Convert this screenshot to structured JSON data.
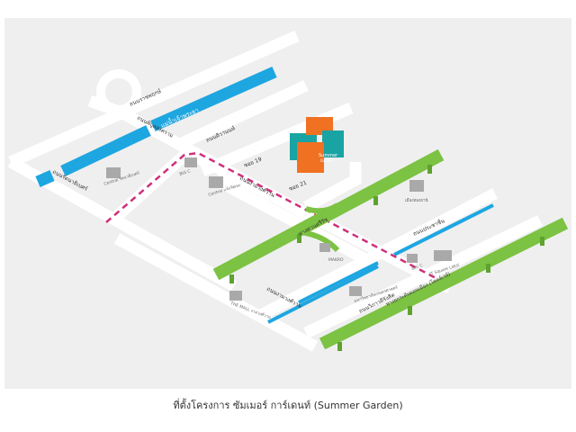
{
  "caption": "ที่ตั้งโครงการ ซัมเมอร์ การ์เดนท์ (Summer Garden)",
  "colors": {
    "background": "#efefef",
    "road": "#ffffff",
    "river": "#1ea6e0",
    "expressway": "#7cc243",
    "route": "#d0307a",
    "building": "#a9a9a9",
    "project_orange": "#f07122",
    "project_teal": "#1aa3a3"
  },
  "roads": {
    "r1": "ถนนราชพฤกษ์",
    "r2": "ถนนพิบูลสงคราม",
    "r3": "ถนนติวานนท์",
    "r4": "ถนนรัตนาธิเบศร์",
    "r5": "ซอย 19",
    "r6": "ซอย 21",
    "r7": "ถนนงามวงศ์วาน",
    "r8": "ทางด่วนศรีรัช",
    "r9": "ถนนประชาชื่น",
    "r10": "ถนนงามวงศ์วาน",
    "r11": "ถนนวิภาวดีรังสิต",
    "r12": "ทางยกระดับดอนเมือง (โทลล์เวย์)"
  },
  "river": "แม่น้ำเจ้าพระยา",
  "landmarks": {
    "l1": "Central รัตนาธิเบศร์",
    "l2": "BIG C",
    "l3": "Central แจ้งวัฒนะ",
    "l4": "MAKRO",
    "l5": "เมืองทองธานี",
    "l6": "BIG C",
    "l7": "IT Square Laksi",
    "l8": "THE MALL งามวงศ์วาน",
    "l9": "มหาวิทยาลัยเกษตรศาสตร์"
  },
  "project": {
    "name": "Summer",
    "sub": "Garden"
  }
}
